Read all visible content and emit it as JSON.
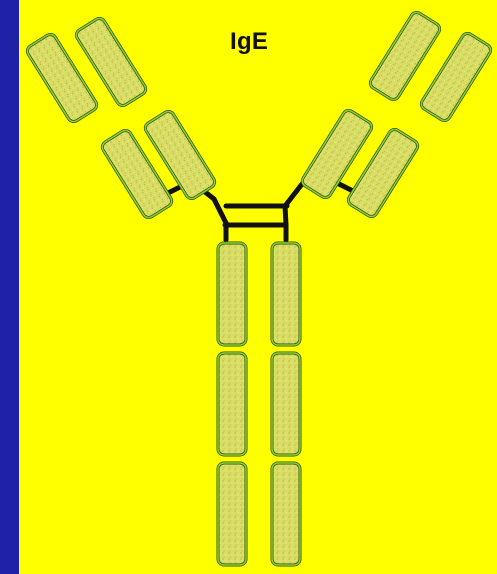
{
  "slide": {
    "title": "IgE"
  },
  "colors": {
    "background": "#1f22a6",
    "panel": "#ffff00",
    "domain_fill": "#d7dc62",
    "domain_outline_dark": "#2f5410",
    "domain_outline_light": "#8fcf31",
    "bonds": "#111111"
  },
  "diagram": {
    "molecule": "IgE antibody",
    "heavy_chain_domains_per_stem": 3,
    "domains": [
      "left-light-chain-upper",
      "left-heavy-chain-upper",
      "left-light-chain-lower",
      "left-heavy-chain-lower",
      "right-light-chain-upper",
      "right-heavy-chain-upper",
      "right-light-chain-lower",
      "right-heavy-chain-lower",
      "stem-left-1",
      "stem-left-2",
      "stem-left-3",
      "stem-right-1",
      "stem-right-2",
      "stem-right-3"
    ]
  }
}
